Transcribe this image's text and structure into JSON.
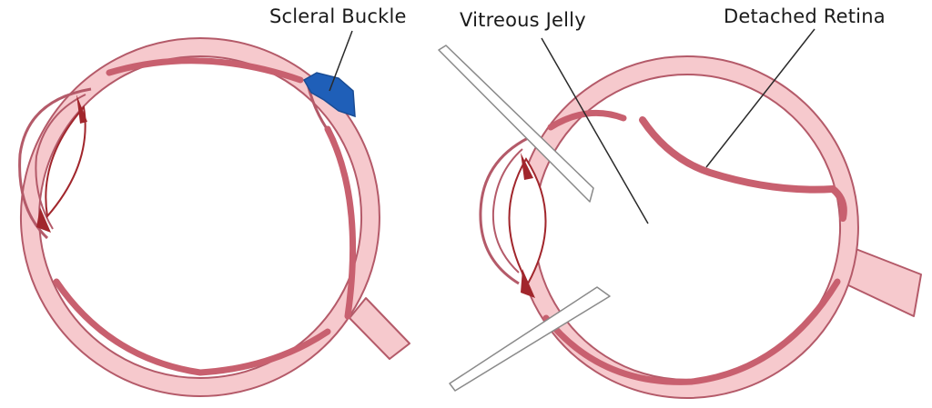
{
  "labels": {
    "scleral_buckle": "Scleral Buckle",
    "vitreous_jelly": "Vitreous Jelly",
    "detached_retina": "Detached Retina"
  },
  "colors": {
    "sclera_fill": "#f6c9cd",
    "outline": "#b45a69",
    "retina": "#c8606f",
    "iris": "#a1262c",
    "buckle": "#1f5fb8",
    "instrument": "#ffffff",
    "leader": "#2a2a2a"
  }
}
